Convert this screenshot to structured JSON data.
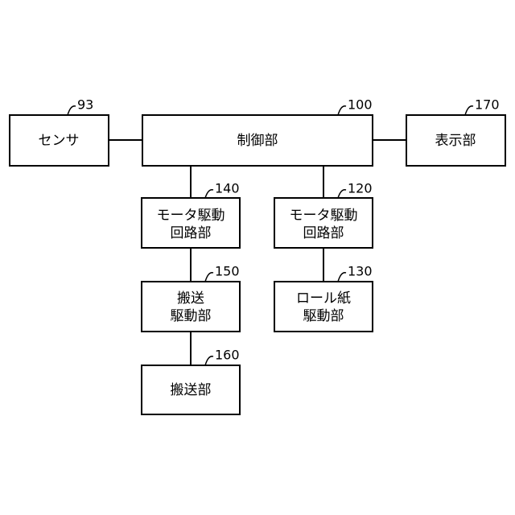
{
  "blocks": {
    "sensor": {
      "ref": "93",
      "lines": [
        "センサ"
      ]
    },
    "controller": {
      "ref": "100",
      "lines": [
        "制御部"
      ]
    },
    "display": {
      "ref": "170",
      "lines": [
        "表示部"
      ]
    },
    "motor_drive_a": {
      "ref": "140",
      "lines": [
        "モータ駆動",
        "回路部"
      ]
    },
    "motor_drive_b": {
      "ref": "120",
      "lines": [
        "モータ駆動",
        "回路部"
      ]
    },
    "transport_drive": {
      "ref": "150",
      "lines": [
        "搬送",
        "駆動部"
      ]
    },
    "roll_drive": {
      "ref": "130",
      "lines": [
        "ロール紙",
        "駆動部"
      ]
    },
    "transport": {
      "ref": "160",
      "lines": [
        "搬送部"
      ]
    }
  }
}
